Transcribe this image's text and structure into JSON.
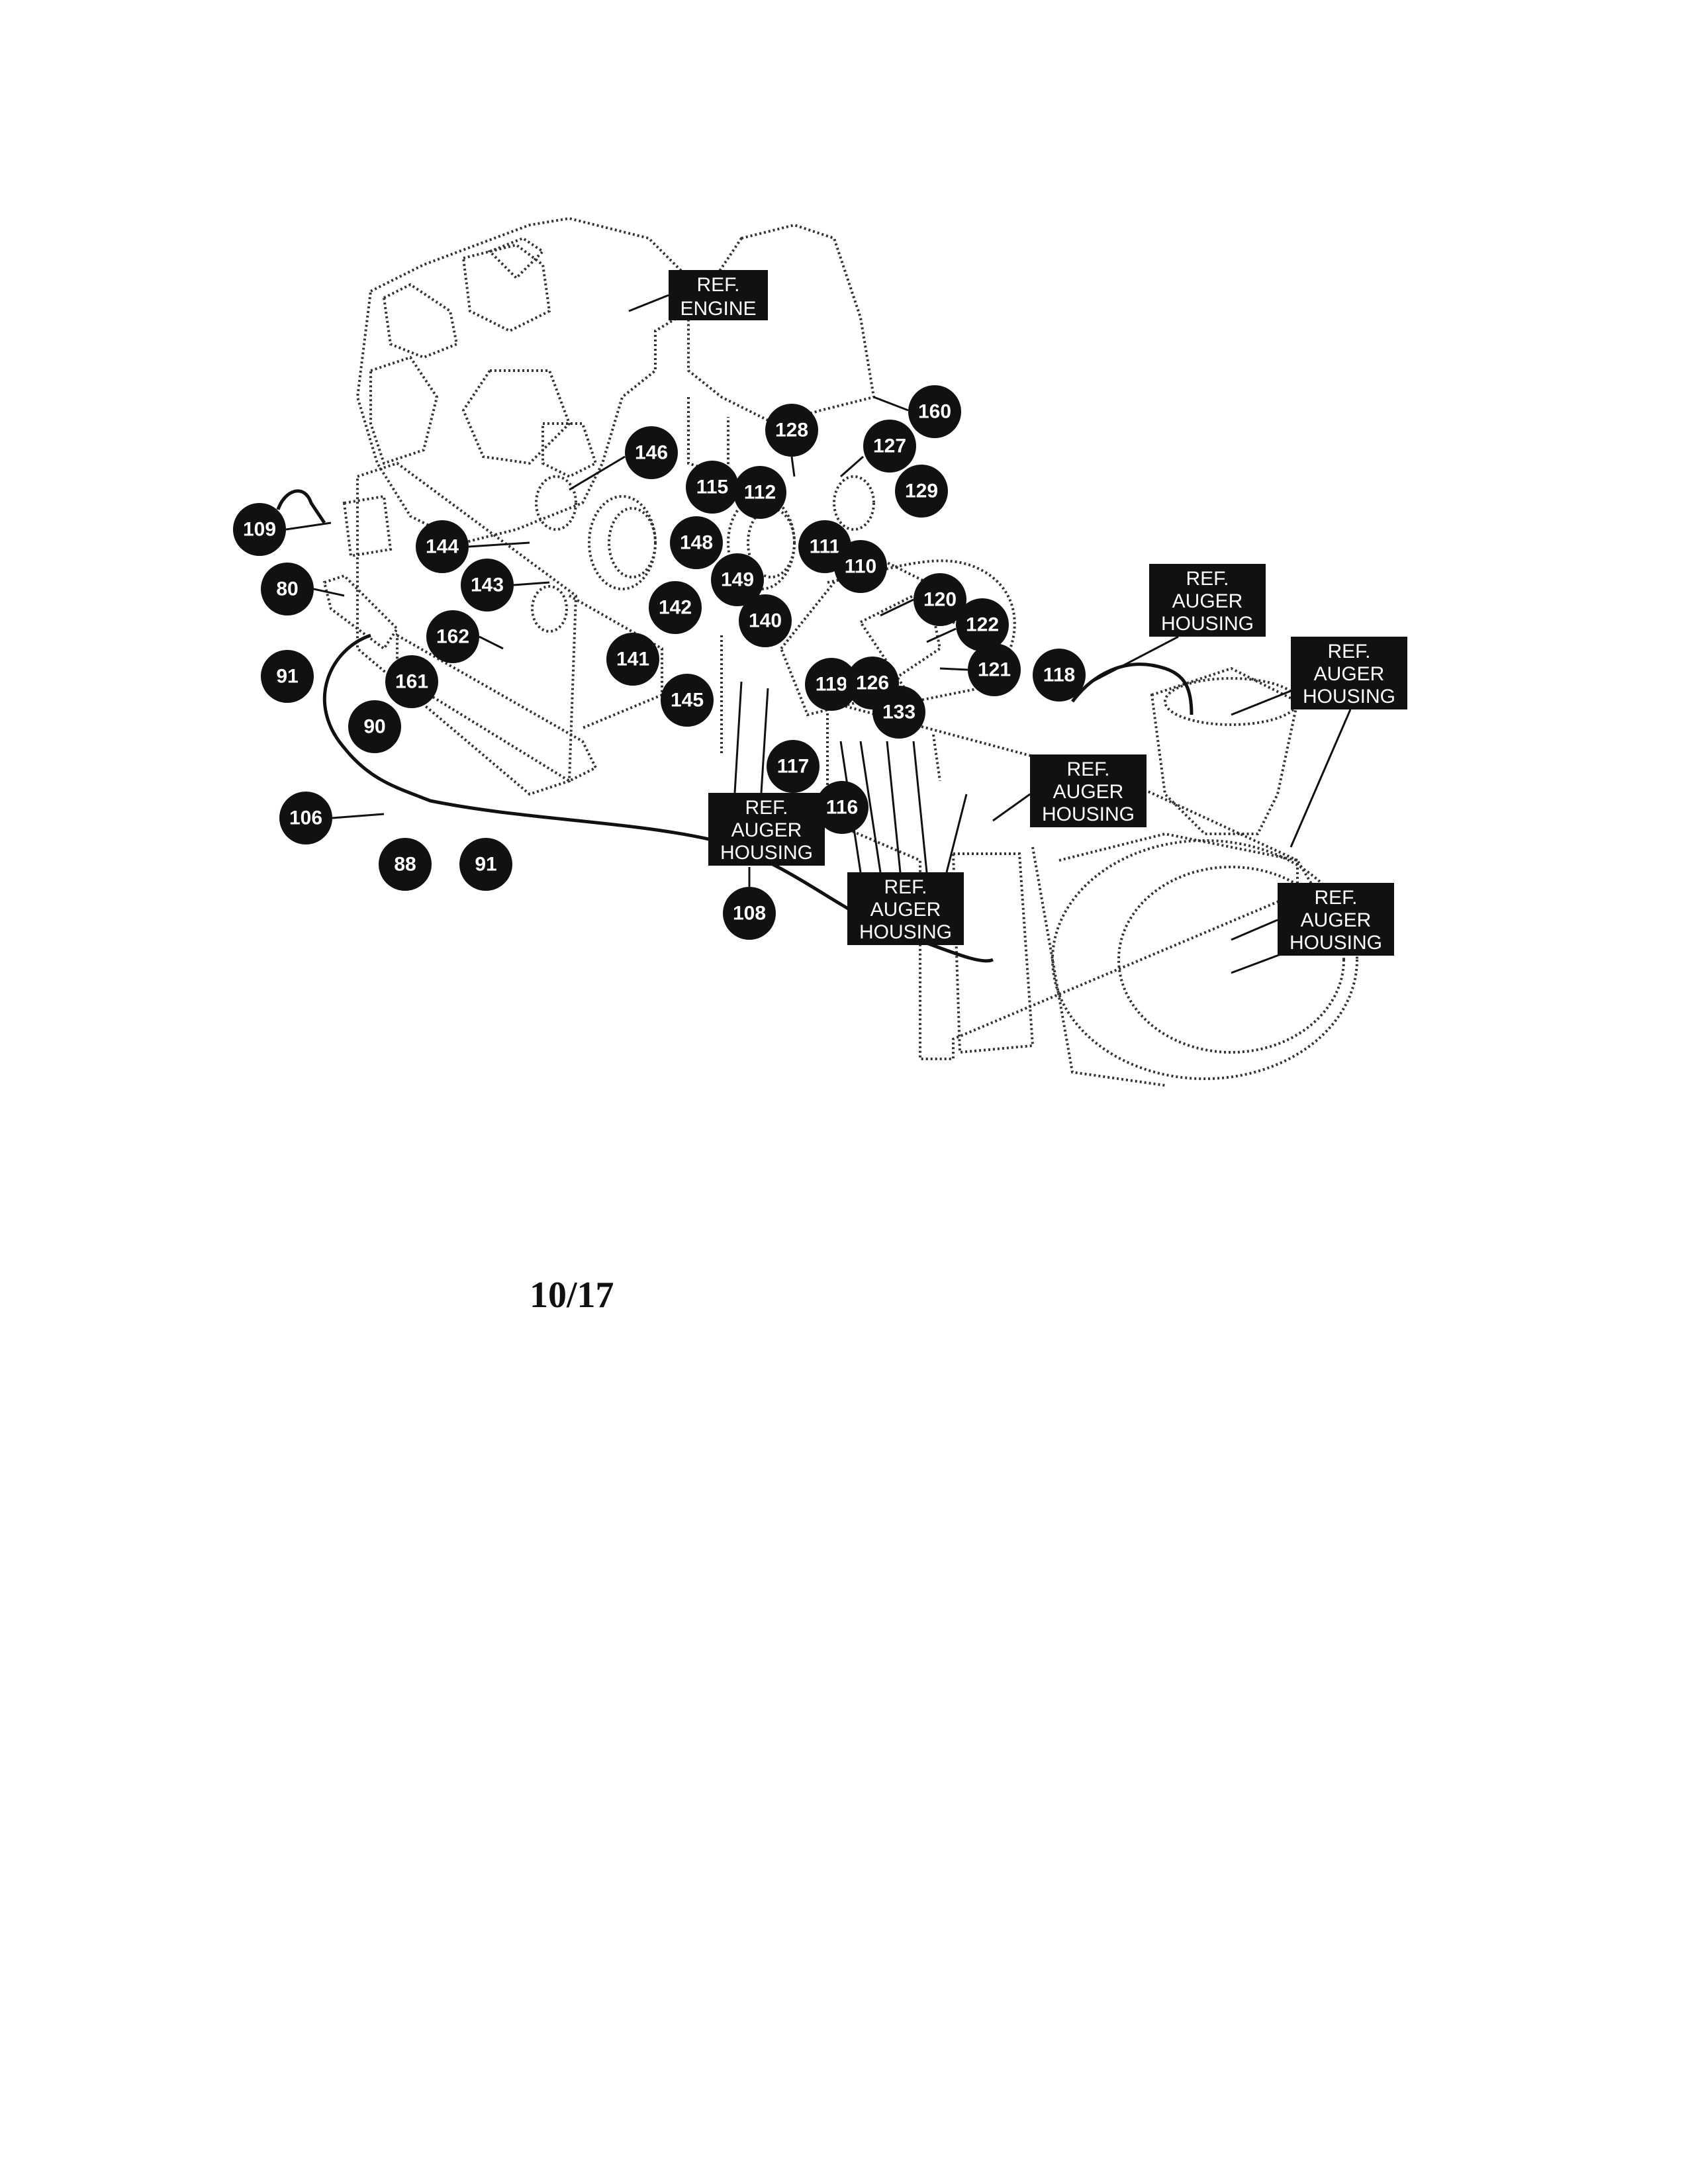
{
  "page": {
    "page_number": "10/17"
  },
  "ref_labels": [
    {
      "id": "ref-engine",
      "lines": [
        "REF.",
        "ENGINE"
      ]
    },
    {
      "id": "ref-auger-1",
      "lines": [
        "REF.",
        "AUGER",
        "HOUSING"
      ]
    },
    {
      "id": "ref-auger-2",
      "lines": [
        "REF.",
        "AUGER",
        "HOUSING"
      ]
    },
    {
      "id": "ref-auger-3",
      "lines": [
        "REF.",
        "AUGER",
        "HOUSING"
      ]
    },
    {
      "id": "ref-auger-4",
      "lines": [
        "REF.",
        "AUGER",
        "HOUSING"
      ]
    },
    {
      "id": "ref-auger-5",
      "lines": [
        "REF.",
        "AUGER",
        "HOUSING"
      ]
    },
    {
      "id": "ref-auger-6",
      "lines": [
        "REF.",
        "AUGER",
        "HOUSING"
      ]
    }
  ],
  "callouts": [
    "109",
    "80",
    "91",
    "90",
    "106",
    "88",
    "91",
    "161",
    "162",
    "143",
    "144",
    "146",
    "115",
    "112",
    "148",
    "149",
    "142",
    "141",
    "145",
    "140",
    "128",
    "127",
    "160",
    "129",
    "111",
    "110",
    "120",
    "122",
    "121",
    "118",
    "119",
    "126",
    "133",
    "117",
    "116",
    "108"
  ]
}
